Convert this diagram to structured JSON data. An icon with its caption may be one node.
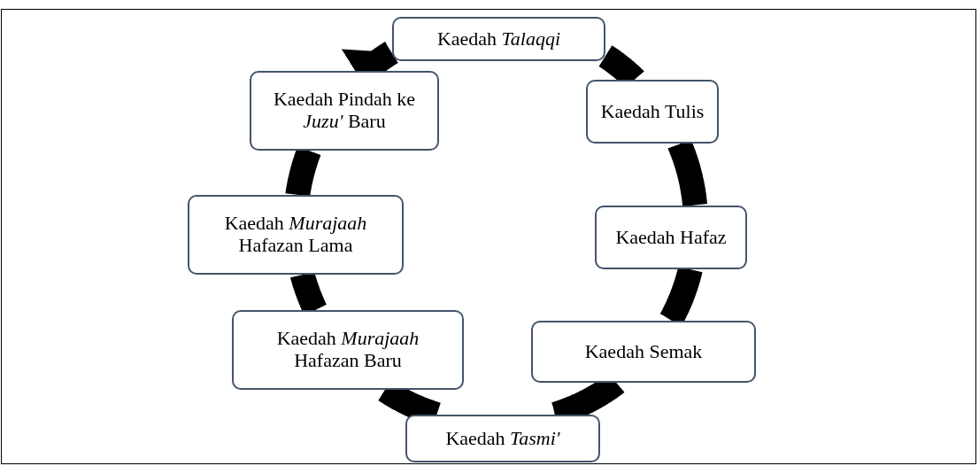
{
  "diagram": {
    "nodes": [
      {
        "text": [
          "Kaedah *Talaqqi*"
        ]
      },
      {
        "text": [
          "Kaedah Tulis"
        ]
      },
      {
        "text": [
          "Kaedah Hafaz"
        ]
      },
      {
        "text": [
          "Kaedah Semak"
        ]
      },
      {
        "text": [
          "Kaedah *Tasmi'*"
        ]
      },
      {
        "text": [
          "Kaedah *Murajaah* Hafazan Baru"
        ]
      },
      {
        "text": [
          "Kaedah *Murajaah* Hafazan Lama"
        ]
      },
      {
        "text": [
          "Kaedah Pindah ke *Juzu'* Baru"
        ]
      }
    ],
    "edges": [
      {
        "from": 0,
        "to": 1,
        "arrow": "none"
      },
      {
        "from": 1,
        "to": 2,
        "arrow": "none"
      },
      {
        "from": 2,
        "to": 3,
        "arrow": "none"
      },
      {
        "from": 3,
        "to": 4,
        "arrow": "none"
      },
      {
        "from": 4,
        "to": 5,
        "arrow": "none"
      },
      {
        "from": 5,
        "to": 6,
        "arrow": "none"
      },
      {
        "from": 6,
        "to": 7,
        "arrow": "none"
      },
      {
        "from": 7,
        "to": 0,
        "arrow": "to"
      }
    ]
  }
}
